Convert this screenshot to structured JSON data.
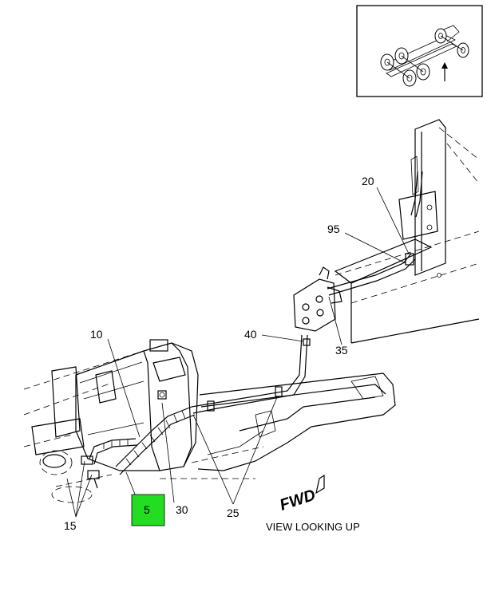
{
  "callouts": {
    "c10": "10",
    "c15": "15",
    "c5": "5",
    "c30": "30",
    "c25": "25",
    "c40": "40",
    "c20": "20",
    "c95": "95",
    "c35": "35"
  },
  "caption": "VIEW LOOKING UP",
  "fwd_label": "FWD",
  "highlight_color": "#22dd22",
  "icons": {
    "locator": "truck-chassis-locator-icon",
    "fwd_arrow": "forward-arrow-icon"
  }
}
